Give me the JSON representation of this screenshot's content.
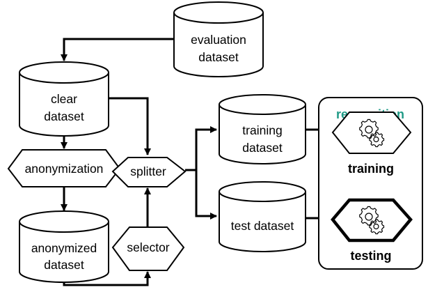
{
  "nodes": {
    "evaluation_dataset": [
      "evaluation",
      "dataset"
    ],
    "clear_dataset": [
      "clear",
      "dataset"
    ],
    "anonymization": "anonymization",
    "anonymized_dataset": [
      "anonymized",
      "dataset"
    ],
    "selector": "selector",
    "splitter": "splitter",
    "training_dataset": [
      "training",
      "dataset"
    ],
    "test_dataset": "test dataset"
  },
  "recognition": {
    "title": "recognition",
    "training_label": "training",
    "testing_label": "testing"
  },
  "colors": {
    "accent": "#1f9a86",
    "stroke": "#000000",
    "fill": "#ffffff"
  },
  "icons": {
    "training": "gears-icon",
    "testing": "gears-icon"
  }
}
